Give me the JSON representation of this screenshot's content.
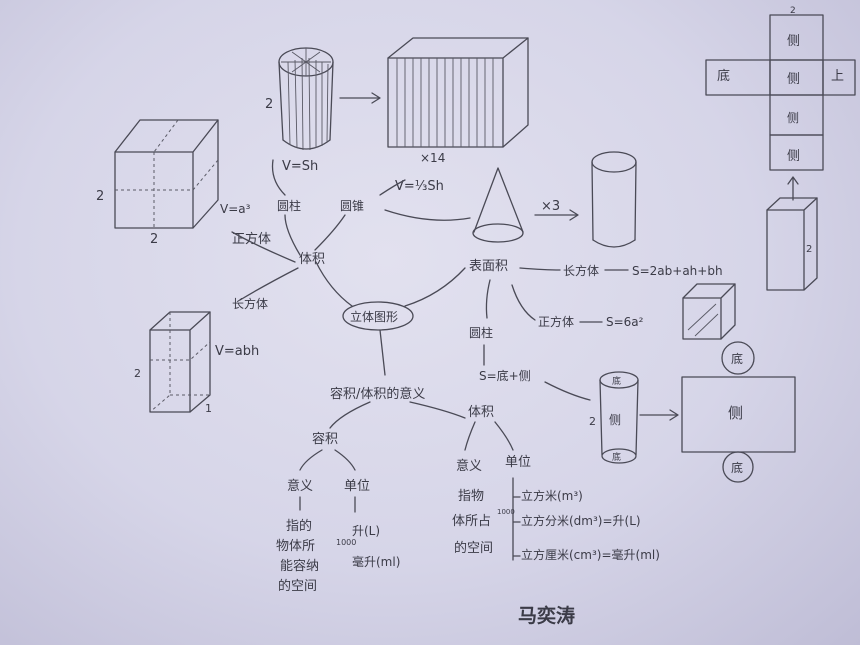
{
  "center": "立体图形",
  "branches": {
    "volume": "体积",
    "surface": "表面积",
    "capacity": "容积/体积的意义"
  },
  "cube": {
    "edge": "2",
    "formula": "V=a³",
    "name": "正方体"
  },
  "cylinder_top": {
    "label": "圆柱",
    "formula": "V=Sh",
    "height": "2"
  },
  "cone": {
    "label": "圆锥",
    "formula": "V=⅓Sh",
    "times": "×3"
  },
  "prism_times": "×14",
  "cuboid": {
    "label": "长方体",
    "formula": "V=abh",
    "h": "2",
    "b": "1"
  },
  "surface_rules": {
    "cuboid": "长方体",
    "cuboid_formula": "S=2ab+ah+bh",
    "cube": "正方体",
    "cube_formula": "S=6a²",
    "cyl": "圆柱",
    "cyl_formula": "S=底+侧"
  },
  "net": {
    "di": "底",
    "ce": "侧",
    "shang": "上",
    "two": "2"
  },
  "unfold": {
    "di": "底",
    "ce": "侧"
  },
  "capacity": {
    "label": "容积",
    "meaning": "意义",
    "unit": "单位",
    "def": [
      "指的",
      "物体所",
      "能容纳",
      "的空间"
    ],
    "units": [
      "升(L)",
      "毫升(ml)"
    ],
    "rate": "1000"
  },
  "volume": {
    "label": "体积",
    "meaning": "意义",
    "unit": "单位",
    "def": [
      "指物",
      "体所占",
      "的空间"
    ],
    "units": [
      "立方米(m³)",
      "立方分米(dm³)=升(L)",
      "立方厘米(cm³)=毫升(ml)"
    ],
    "rate": "1000"
  },
  "signature": "马奕涛"
}
